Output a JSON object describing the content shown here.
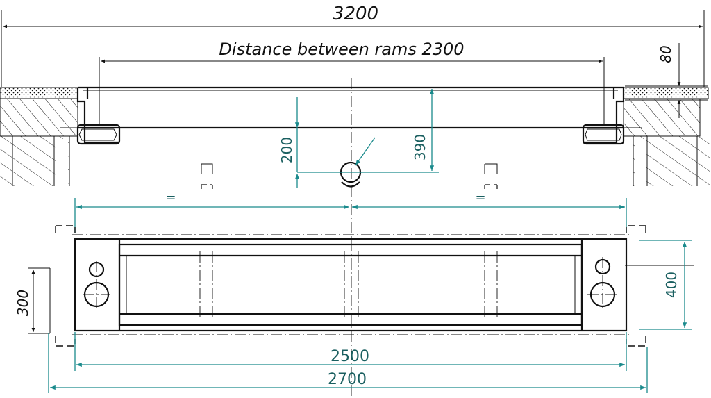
{
  "dimensions": {
    "overall_width": "3200",
    "distance_between_rams": "Distance between rams 2300",
    "cover_thickness": "80",
    "pipe_depth": "200",
    "total_depth": "390",
    "equal_left": "=",
    "equal_right": "=",
    "width_300": "300",
    "width_400": "400",
    "length_2500": "2500",
    "length_2700": "2700"
  },
  "colors": {
    "ink": "#111111",
    "dimension_teal": "#1a8a8c"
  }
}
